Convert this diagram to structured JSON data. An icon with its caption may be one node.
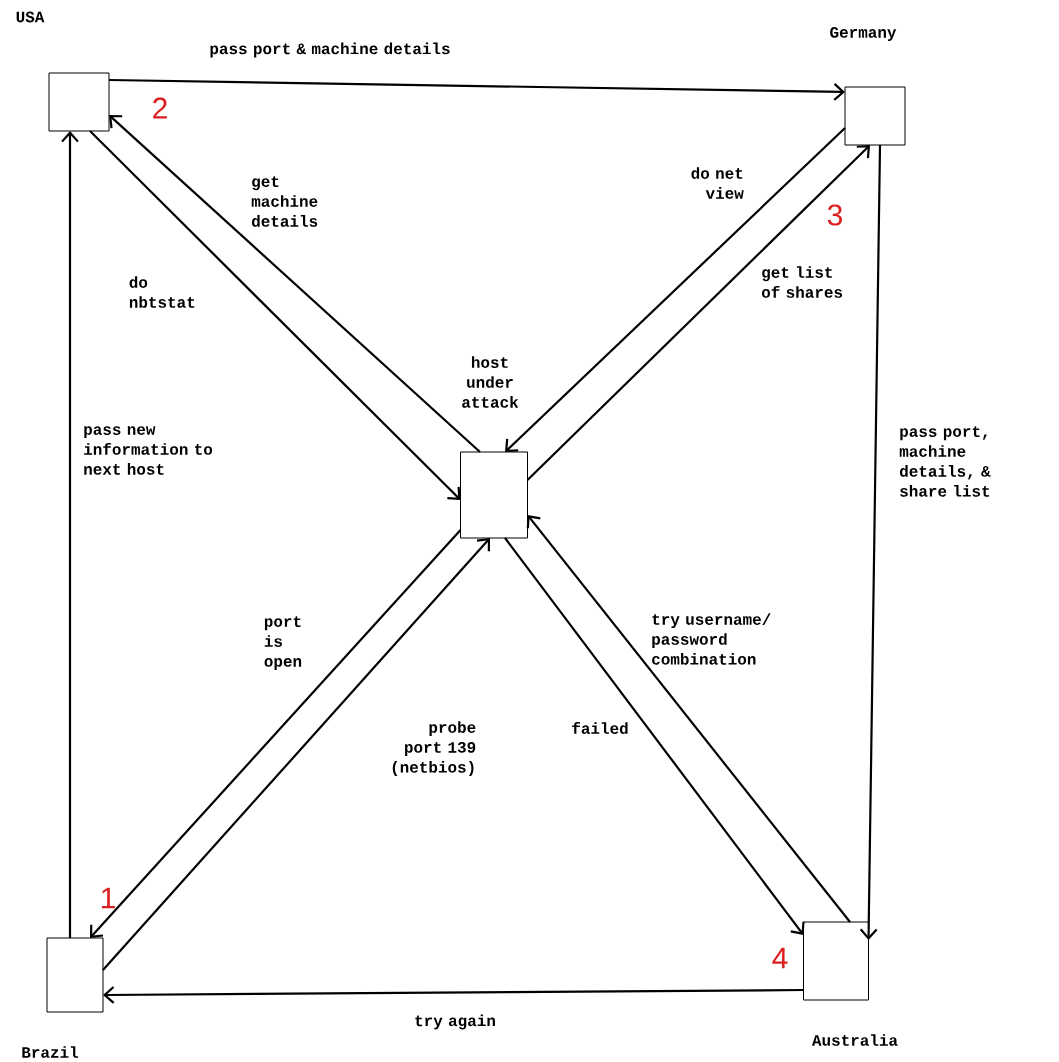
{
  "diagram": {
    "nodes": [
      {
        "text": [
          "USA"
        ]
      },
      {
        "text": [
          "Germany"
        ]
      },
      {
        "text": [
          "host under attack"
        ]
      },
      {
        "text": [
          "Brazil"
        ]
      },
      {
        "text": [
          "Australia"
        ]
      }
    ],
    "edges": [
      {
        "from": 0,
        "to": 1,
        "arrow": "to",
        "label": "pass port & machine details"
      },
      {
        "from": 1,
        "to": 4,
        "arrow": "to",
        "label": "pass port, machine details, & share list"
      },
      {
        "from": 4,
        "to": 3,
        "arrow": "to",
        "label": "try again"
      },
      {
        "from": 3,
        "to": 0,
        "arrow": "to",
        "label": "pass new information to next host"
      },
      {
        "from": 0,
        "to": 2,
        "arrow": "to",
        "label": "do nbtstat"
      },
      {
        "from": 2,
        "to": 0,
        "arrow": "to",
        "label": "get machine details"
      },
      {
        "from": 1,
        "to": 2,
        "arrow": "to",
        "label": "do net view"
      },
      {
        "from": 2,
        "to": 1,
        "arrow": "to",
        "label": "get list of shares"
      },
      {
        "from": 2,
        "to": 3,
        "arrow": "to",
        "label": "port is open"
      },
      {
        "from": 3,
        "to": 2,
        "arrow": "to",
        "label": "probe port 139 (netbios)"
      },
      {
        "from": 2,
        "to": 4,
        "arrow": "to",
        "label": "failed"
      },
      {
        "from": 4,
        "to": 2,
        "arrow": "to",
        "label": "try username/ password combination"
      }
    ],
    "labels": [
      "1",
      "2",
      "3",
      "4"
    ]
  }
}
